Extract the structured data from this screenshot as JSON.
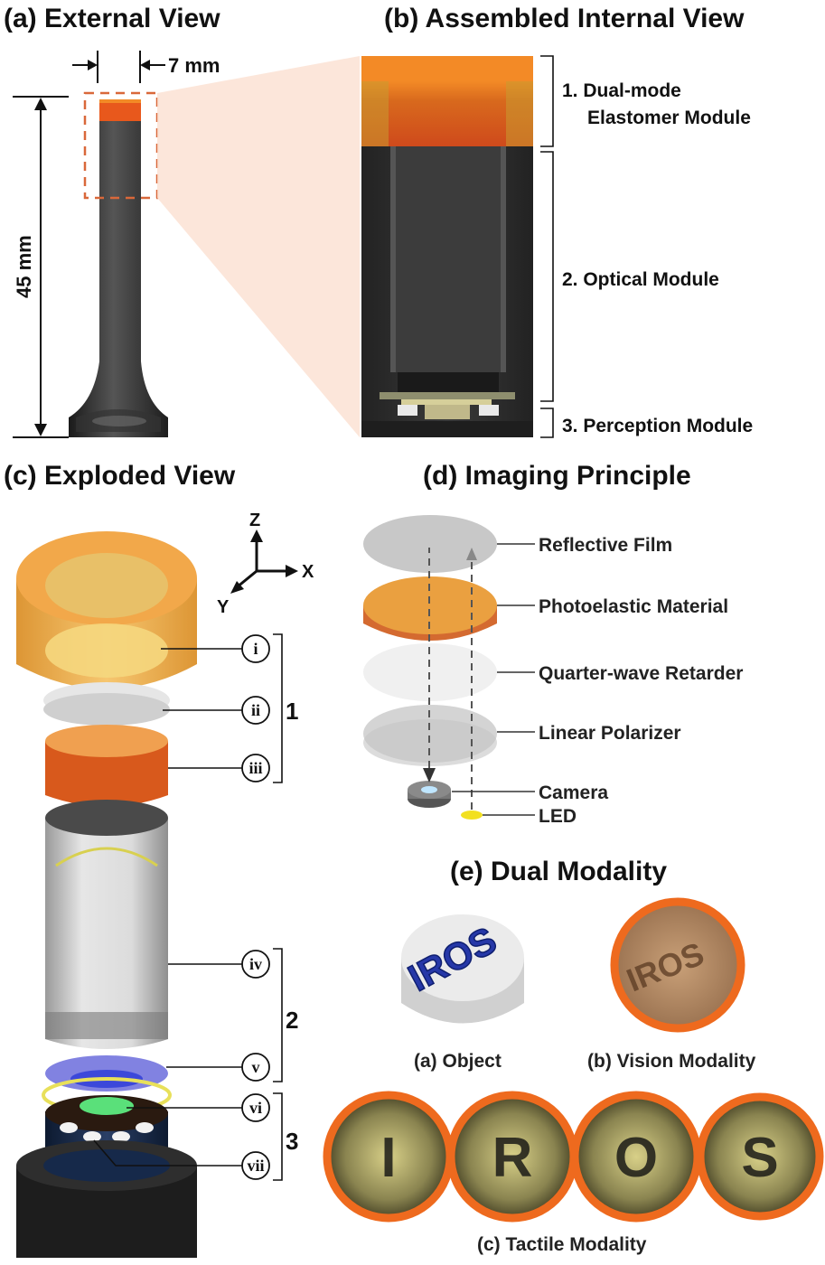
{
  "panels": {
    "a": {
      "title": "(a) External View",
      "width_dim": "7 mm",
      "height_dim": "45 mm"
    },
    "b": {
      "title": "(b) Assembled Internal View",
      "labels": [
        "1. Dual-mode",
        "Elastomer Module",
        "2. Optical Module",
        "3. Perception Module"
      ]
    },
    "c": {
      "title": "(c) Exploded View",
      "axes": {
        "z": "Z",
        "x": "X",
        "y": "Y"
      },
      "parts": [
        "i",
        "ii",
        "iii",
        "iv",
        "v",
        "vi",
        "vii"
      ],
      "groups": [
        "1",
        "2",
        "3"
      ]
    },
    "d": {
      "title": "(d) Imaging Principle",
      "layers": [
        "Reflective Film",
        "Photoelastic Material",
        "Quarter-wave Retarder",
        "Linear Polarizer",
        "Camera",
        "LED"
      ]
    },
    "e": {
      "title": "(e) Dual Modality",
      "object_text": "IROS",
      "captions": {
        "object": "(a) Object",
        "vision": "(b) Vision Modality",
        "tactile": "(c) Tactile Modality"
      },
      "tactile_letters": [
        "I",
        "R",
        "O",
        "S"
      ]
    }
  },
  "colors": {
    "accent_orange": "#ee6a1e",
    "elastomer": "#f08a2a",
    "dark": "#2a2a2a"
  }
}
